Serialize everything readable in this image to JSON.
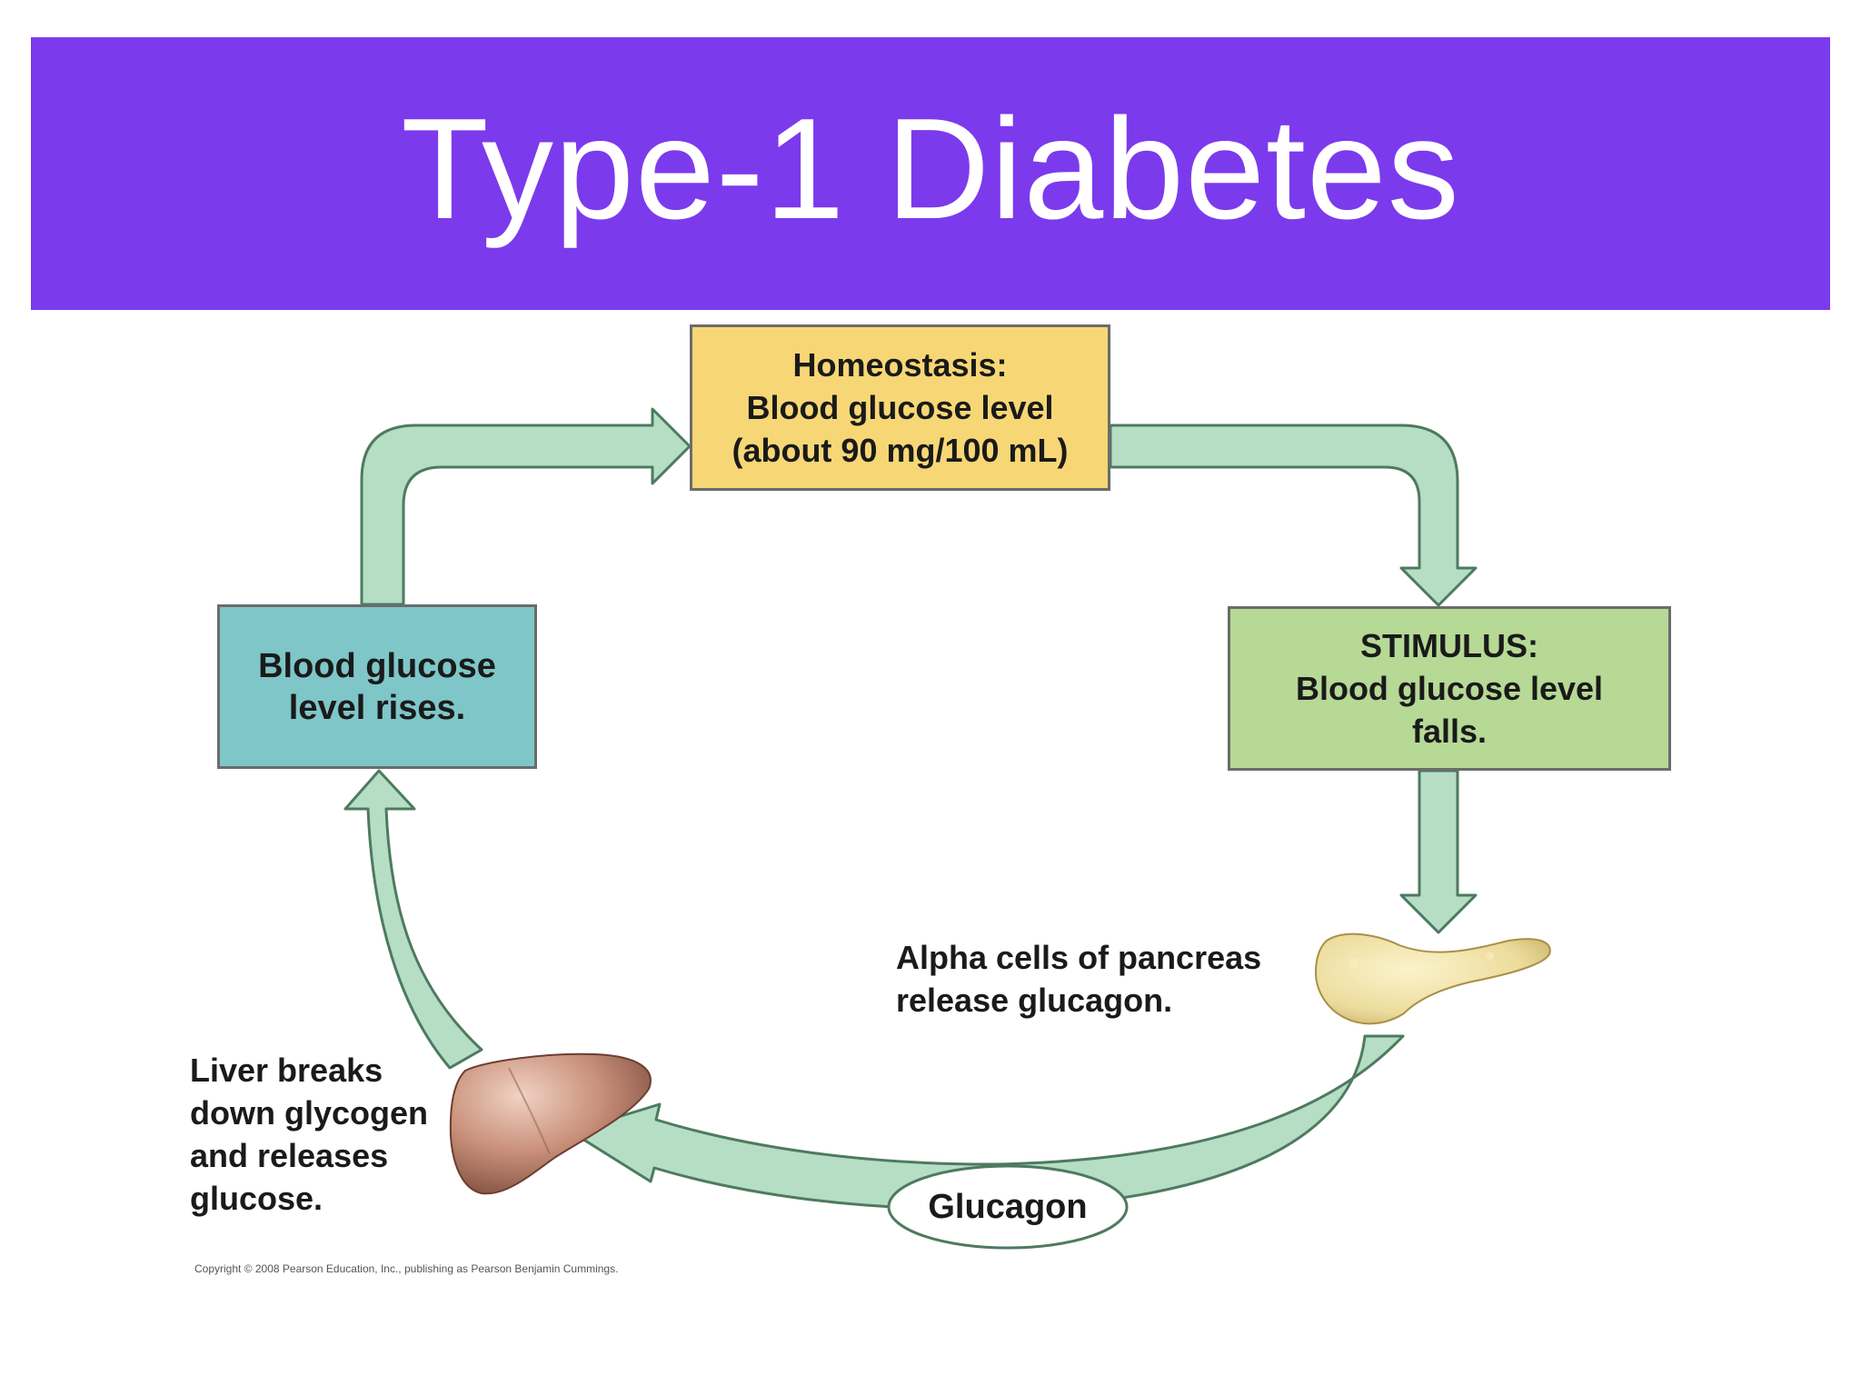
{
  "title": "Type-1 Diabetes",
  "boxes": {
    "homeostasis": [
      "Homeostasis:",
      "Blood glucose level",
      "(about 90 mg/100 mL)"
    ],
    "rises": [
      "Blood glucose",
      "level rises."
    ],
    "stimulus": [
      "STIMULUS:",
      "Blood glucose level",
      "falls."
    ]
  },
  "labels": {
    "alpha": [
      "Alpha cells of pancreas",
      "release glucagon."
    ],
    "liver": [
      "Liver breaks",
      "down glycogen",
      "and releases",
      "glucose."
    ],
    "glucagon": "Glucagon"
  },
  "copyright": "Copyright © 2008 Pearson Education, Inc., publishing as Pearson Benjamin Cummings.",
  "colors": {
    "title_bar": "#7c3aed",
    "homeostasis_box": "#f7d775",
    "rises_box": "#7ec6c8",
    "stimulus_box": "#b6d996",
    "arrow_fill": "#b5dec5",
    "arrow_stroke": "#4e7a5f",
    "liver": "#c9907a",
    "pancreas": "#ecdc9c"
  },
  "icons": [
    "liver-icon",
    "pancreas-icon"
  ]
}
